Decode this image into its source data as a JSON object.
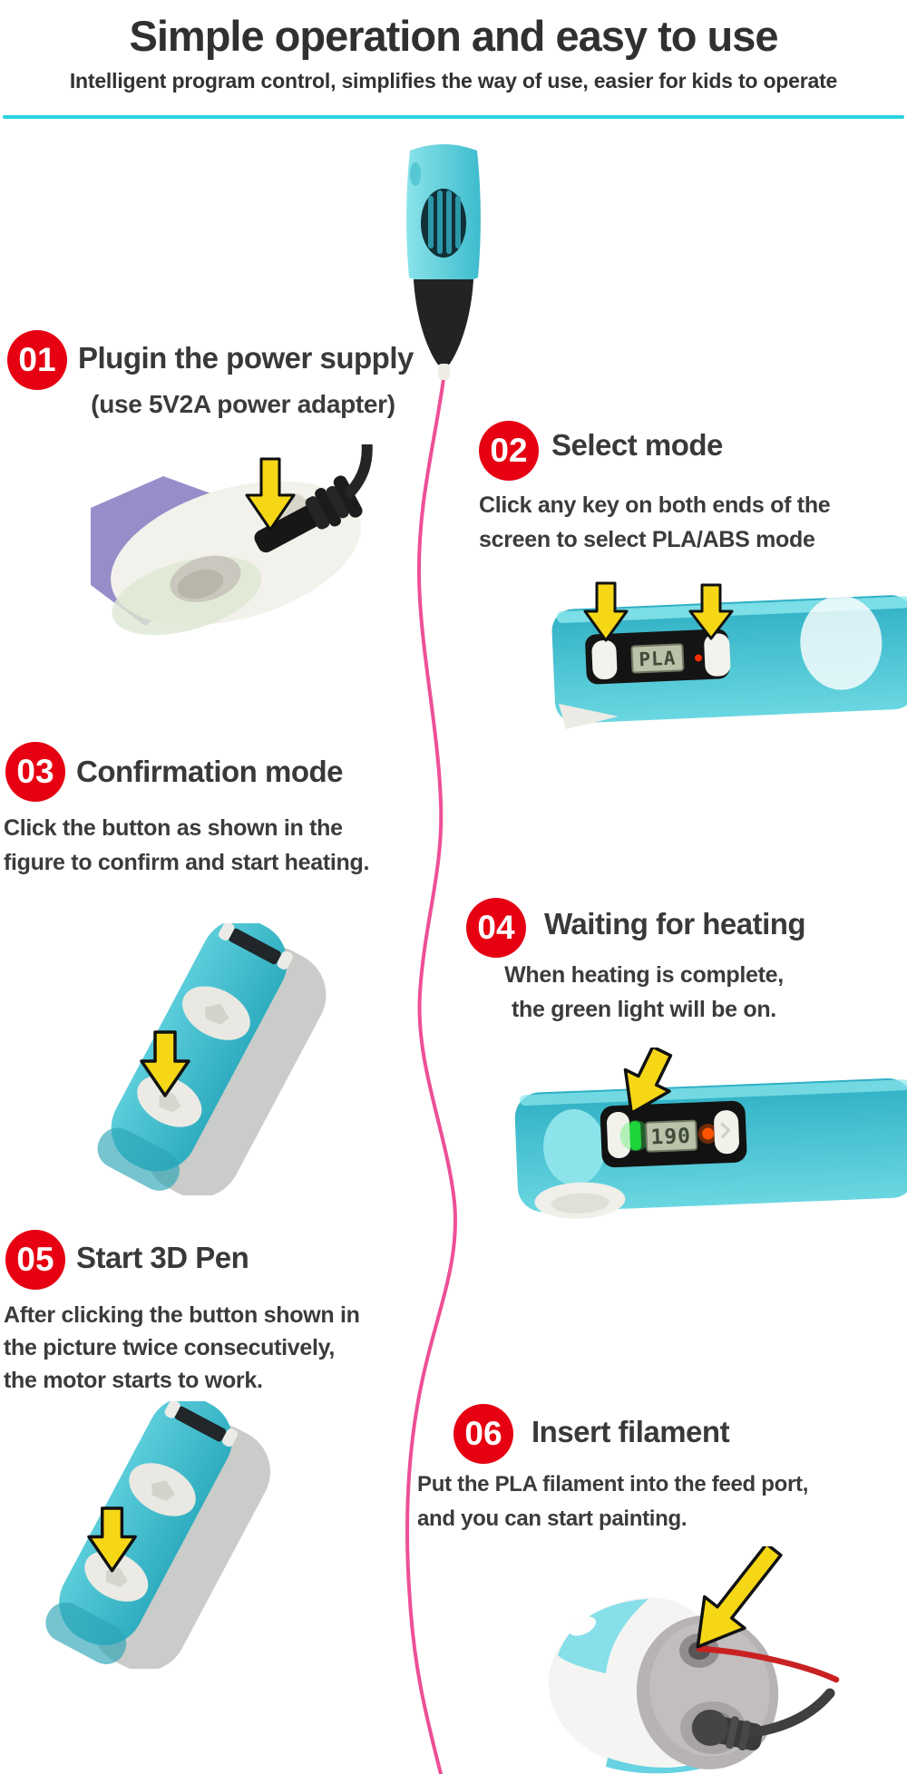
{
  "header": {
    "title": "Simple operation and easy to use",
    "subtitle": "Intelligent program control, simplifies the way of use, easier for kids to operate"
  },
  "colors": {
    "badge_red": "#e60012",
    "underline_cyan": "#29d2de",
    "pen_teal": "#4cc3d2",
    "arrow_yellow": "#f6d716",
    "filament_pink": "#ee4f96",
    "text_dark": "#3b3b3d"
  },
  "steps": [
    {
      "num": "01",
      "title": "Plugin the power supply",
      "sub": "(use 5V2A power adapter)"
    },
    {
      "num": "02",
      "title": "Select mode",
      "lines": [
        "Click any key on both ends of the",
        "screen to select PLA/ABS mode"
      ]
    },
    {
      "num": "03",
      "title": "Confirmation mode",
      "lines": [
        "Click the button as shown in the",
        "figure to confirm and start heating."
      ]
    },
    {
      "num": "04",
      "title": "Waiting for heating",
      "lines": [
        "When heating is complete,",
        "the green light will be on."
      ]
    },
    {
      "num": "05",
      "title": "Start 3D Pen",
      "lines": [
        "After clicking the button shown in",
        "the picture twice consecutively,",
        "the motor starts to work."
      ]
    },
    {
      "num": "06",
      "title": "Insert filament",
      "lines": [
        "Put the PLA filament into the feed port,",
        "and you can start painting."
      ]
    }
  ],
  "displays": {
    "mode_lcd": "PLA",
    "temp_lcd": "190"
  }
}
